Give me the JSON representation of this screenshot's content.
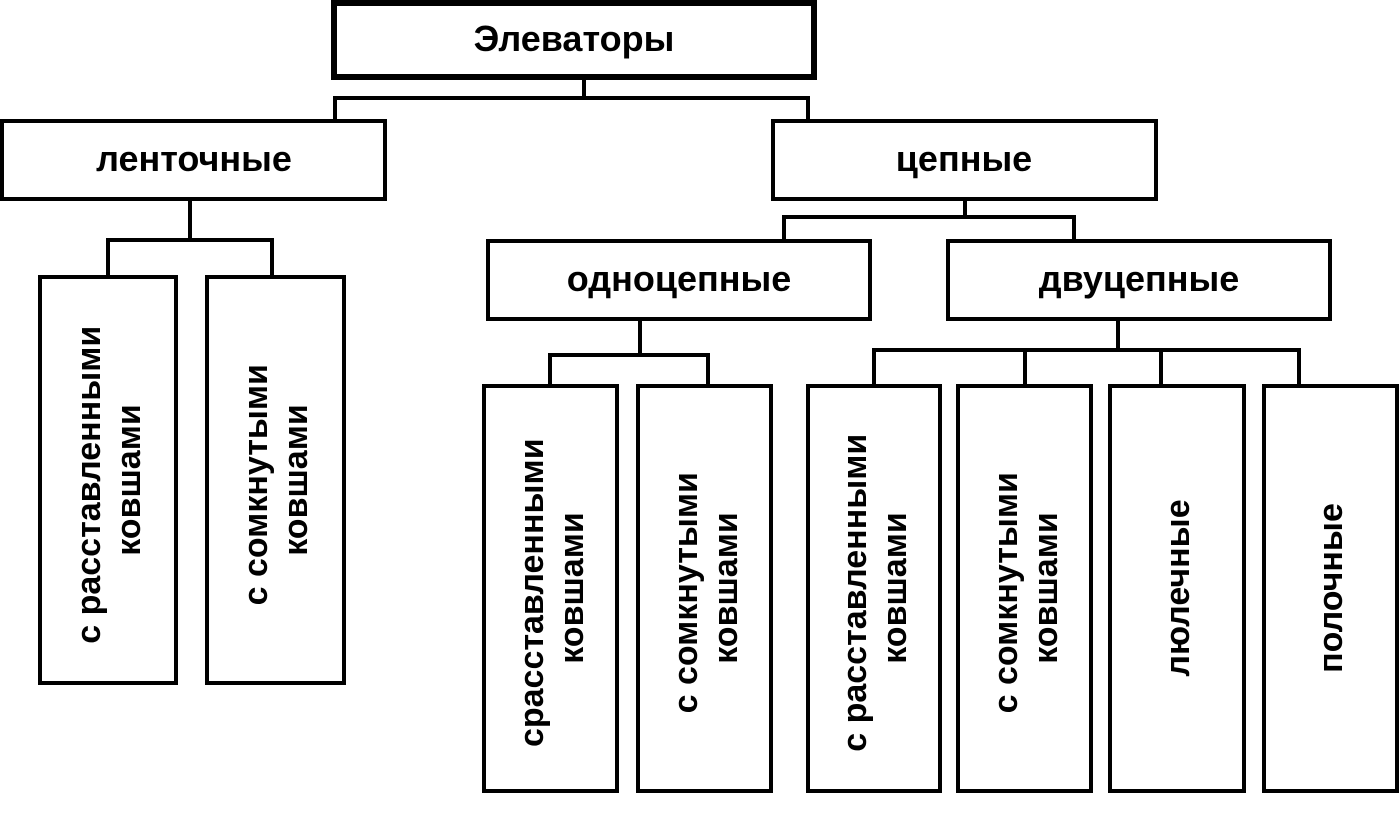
{
  "diagram": {
    "root": "Элеваторы",
    "belt": {
      "label": "ленточные",
      "children": [
        {
          "line1": "с расставленными",
          "line2": "ковшами"
        },
        {
          "line1": "с сомкнутыми",
          "line2": "ковшами"
        }
      ]
    },
    "chain": {
      "label": "цепные",
      "single": {
        "label": "одноцепные",
        "children": [
          {
            "line1": "срасставленными",
            "line2": "ковшами"
          },
          {
            "line1": "с сомкнутыми",
            "line2": "ковшами"
          }
        ]
      },
      "double": {
        "label": "двуцепные",
        "children": [
          {
            "line1": "с расставленными",
            "line2": "ковшами"
          },
          {
            "line1": "с сомкнутыми",
            "line2": "ковшами"
          },
          {
            "line1": "люлечные"
          },
          {
            "line1": "полочные"
          }
        ]
      }
    }
  }
}
